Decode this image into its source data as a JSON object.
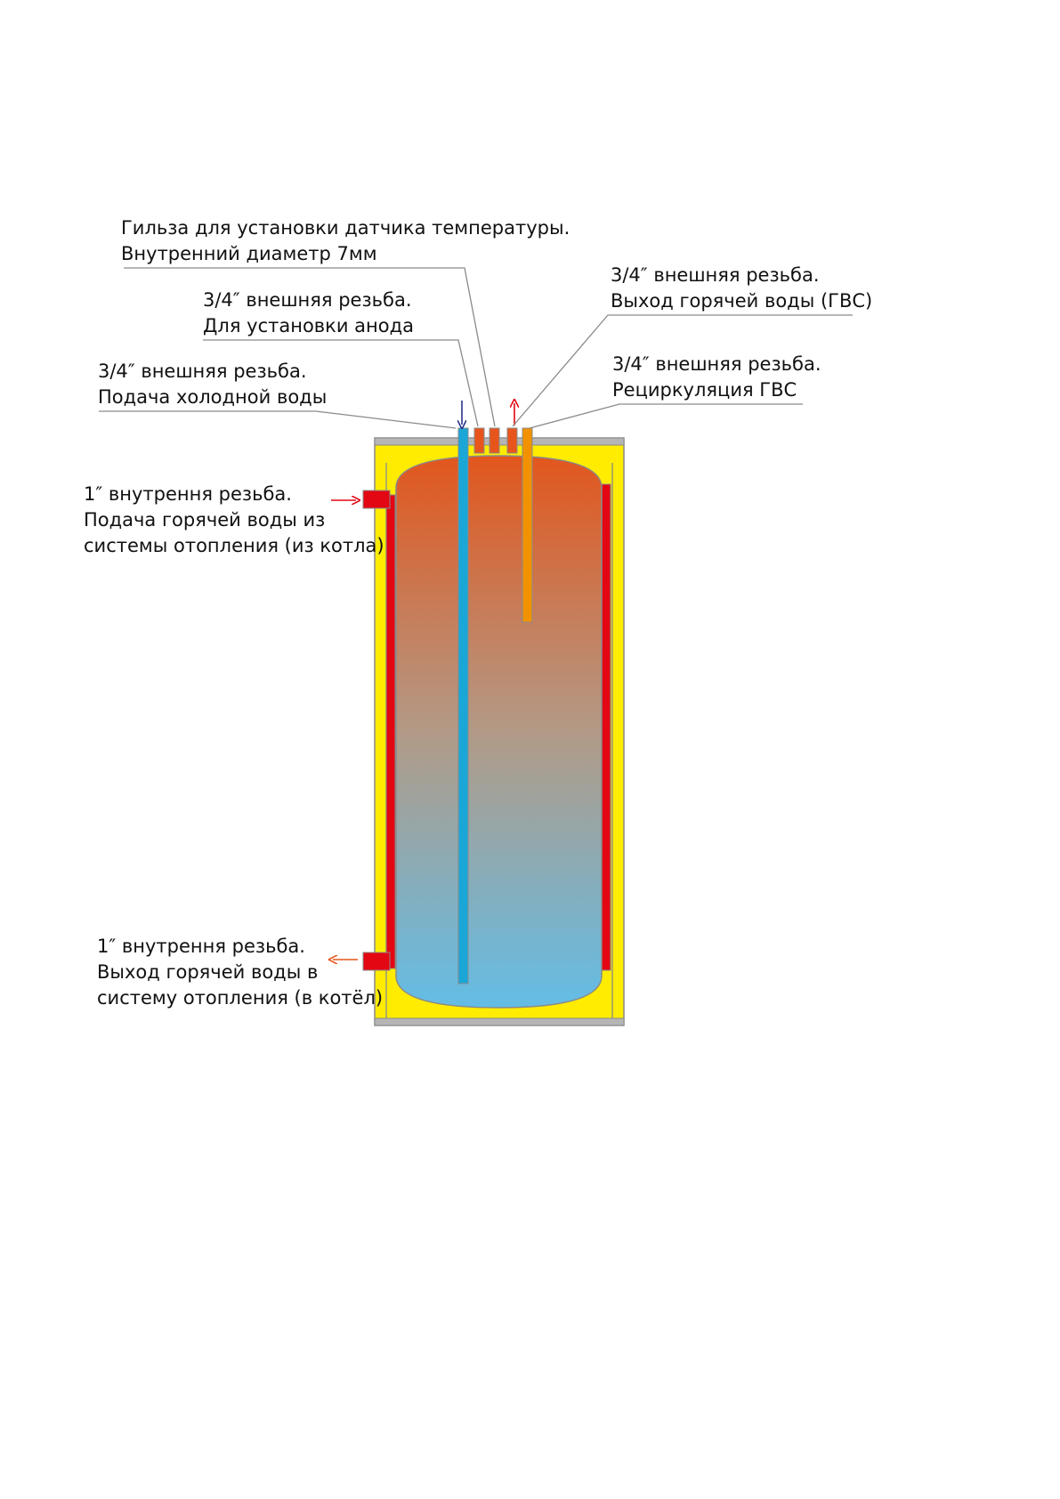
{
  "labels": {
    "sensor_sleeve": {
      "line1": "Гильза для установки датчика температуры.",
      "line2": "Внутренний диаметр 7мм"
    },
    "anode": {
      "line1": "3/4″ внешняя резьба.",
      "line2": "Для установки анода"
    },
    "cold_inlet": {
      "line1": "3/4″ внешняя резьба.",
      "line2": "Подача холодной воды"
    },
    "hot_outlet": {
      "line1": "3/4″ внешняя резьба.",
      "line2": "Выход горячей воды (ГВС)"
    },
    "recirculation": {
      "line1": "3/4″ внешняя резьба.",
      "line2": "Рециркуляция ГВС"
    },
    "heating_supply": {
      "line1": "1″ внутрення резьба.",
      "line2": "Подача горячей воды из",
      "line3": "системы отопления (из котла)"
    },
    "heating_return": {
      "line1": "1″ внутрення резьба.",
      "line2": "Выход горячей воды в",
      "line3": "систему отопления (в котёл)"
    }
  },
  "colors": {
    "insulation": "#ffec00",
    "coil": "#e30613",
    "cold_pipe": "#1aa7d8",
    "hot_pipe": "#e8551c",
    "recirc_pipe": "#f39200",
    "casing": "#b5b5b5",
    "tank_top": "#e2561d",
    "tank_bottom": "#63bde6",
    "arrow_cold": "#27348b",
    "arrow_hot": "#e30613",
    "arrow_return": "#e8551c"
  }
}
